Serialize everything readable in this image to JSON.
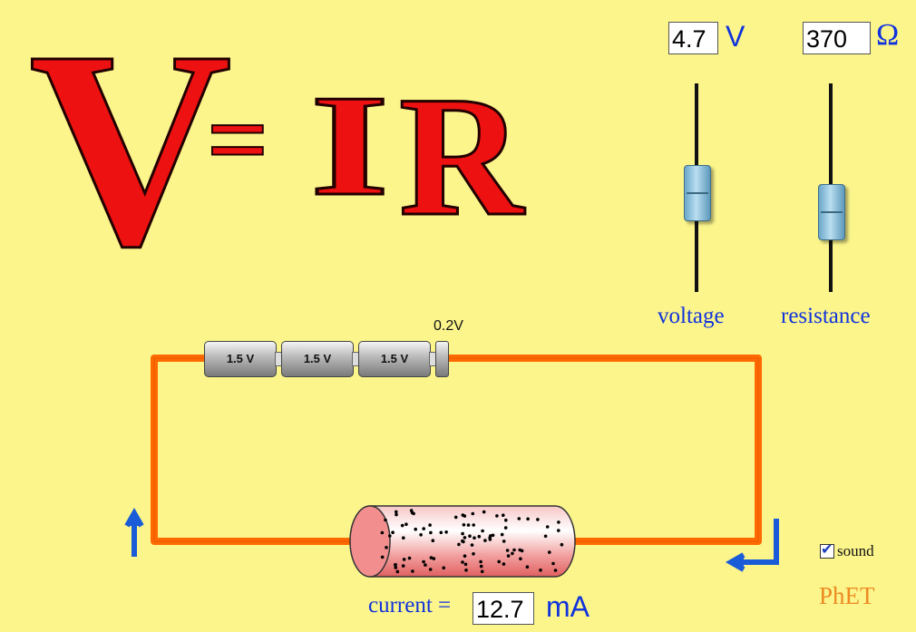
{
  "equation": {
    "v": "V",
    "equals": "=",
    "i": "I",
    "r": "R"
  },
  "voltage": {
    "value": "4.7",
    "unit": "V",
    "label": "voltage",
    "level": 0.47
  },
  "resistance": {
    "value": "370",
    "unit": "Ω",
    "label": "resistance",
    "level": 0.35
  },
  "batteries": [
    "1.5 V",
    "1.5 V",
    "1.5 V"
  ],
  "extra_cell_label": "0.2V",
  "current": {
    "prefix": "current =",
    "value": "12.7",
    "unit": "mA"
  },
  "sound": {
    "label": "sound",
    "checked": true
  },
  "brand": "PhET",
  "colors": {
    "background": "#fbf58c",
    "wire": "#ff6a00",
    "accent_blue": "#1133dd",
    "equation_red": "#ee1111"
  }
}
